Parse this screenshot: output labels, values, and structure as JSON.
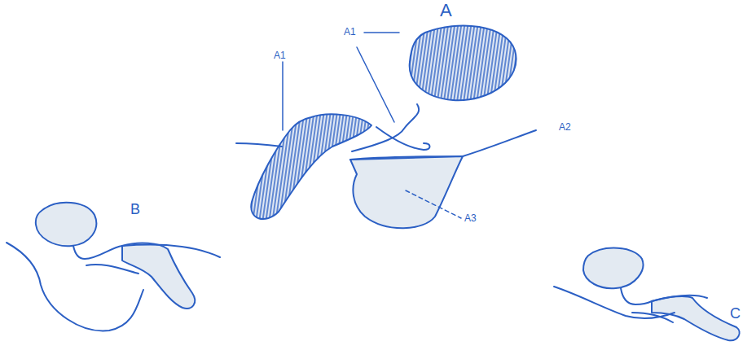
{
  "diagram": {
    "labels": [
      "A",
      "A1",
      "A1",
      "A2",
      "B",
      "A3",
      "C"
    ]
  }
}
